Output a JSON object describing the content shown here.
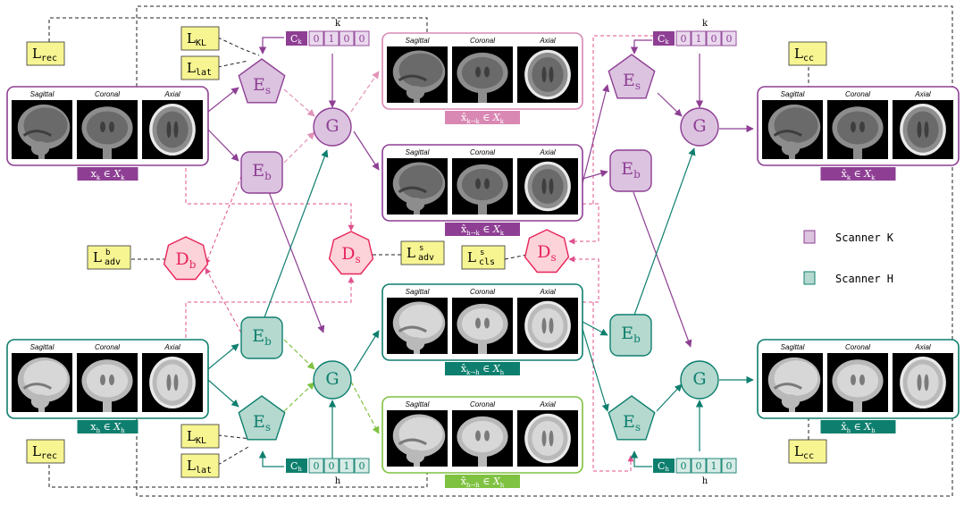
{
  "colors": {
    "purple": "#8e3f94",
    "purple_fill": "#dcc3e0",
    "purple_light": "#ead9ee",
    "teal": "#0e7f6e",
    "teal_fill": "#b5d9cf",
    "teal_light": "#d6ebe5",
    "pink": "#e0508c",
    "pink_box": "#d988b4",
    "red": "#e8245a",
    "red_fill": "#fbd3d9",
    "green": "#7fc241",
    "yellow": "#f7f592"
  },
  "view_labels": {
    "sagittal": "Sagittal",
    "coronal": "Coronal",
    "axial": "Axial"
  },
  "panel_captions": {
    "xk": "x_k ∈ X_k",
    "xh": "x_h ∈ X_h",
    "xkk": "x̂_k→k ∈ X_k",
    "xhk": "x̂_h→k ∈ X_k",
    "xkh": "x̂_k→h ∈ X_h",
    "xhh": "x̂_h→h ∈ X_h",
    "rk": "x̂_k ∈ X_k",
    "rh": "x̂_h ∈ X_h"
  },
  "caption_parts": {
    "x": "x",
    "xhat": "x̂",
    "in": "∈",
    "X": "X",
    "k": "k",
    "h": "h",
    "kk": "k→k",
    "hk": "h→k",
    "kh": "k→h",
    "hh": "h→h"
  },
  "modules": {
    "E": "E",
    "s": "s",
    "b": "b",
    "G": "G",
    "D": "D",
    "C": "C",
    "k": "k",
    "h": "h"
  },
  "losses": {
    "L": "L",
    "rec": "rec",
    "KL": "KL",
    "lat": "lat",
    "cc": "cc",
    "adv": "adv",
    "cls": "cls",
    "b": "b",
    "s": "s"
  },
  "codes": {
    "k": {
      "label": "k",
      "bits": [
        "0",
        "1",
        "0",
        "0"
      ]
    },
    "h": {
      "label": "h",
      "bits": [
        "0",
        "0",
        "1",
        "0"
      ]
    }
  },
  "legend": [
    {
      "label": "Scanner K",
      "color": "#dcc3e0",
      "stroke": "#8e3f94"
    },
    {
      "label": "Scanner H",
      "color": "#b5d9cf",
      "stroke": "#0e7f6e"
    }
  ]
}
